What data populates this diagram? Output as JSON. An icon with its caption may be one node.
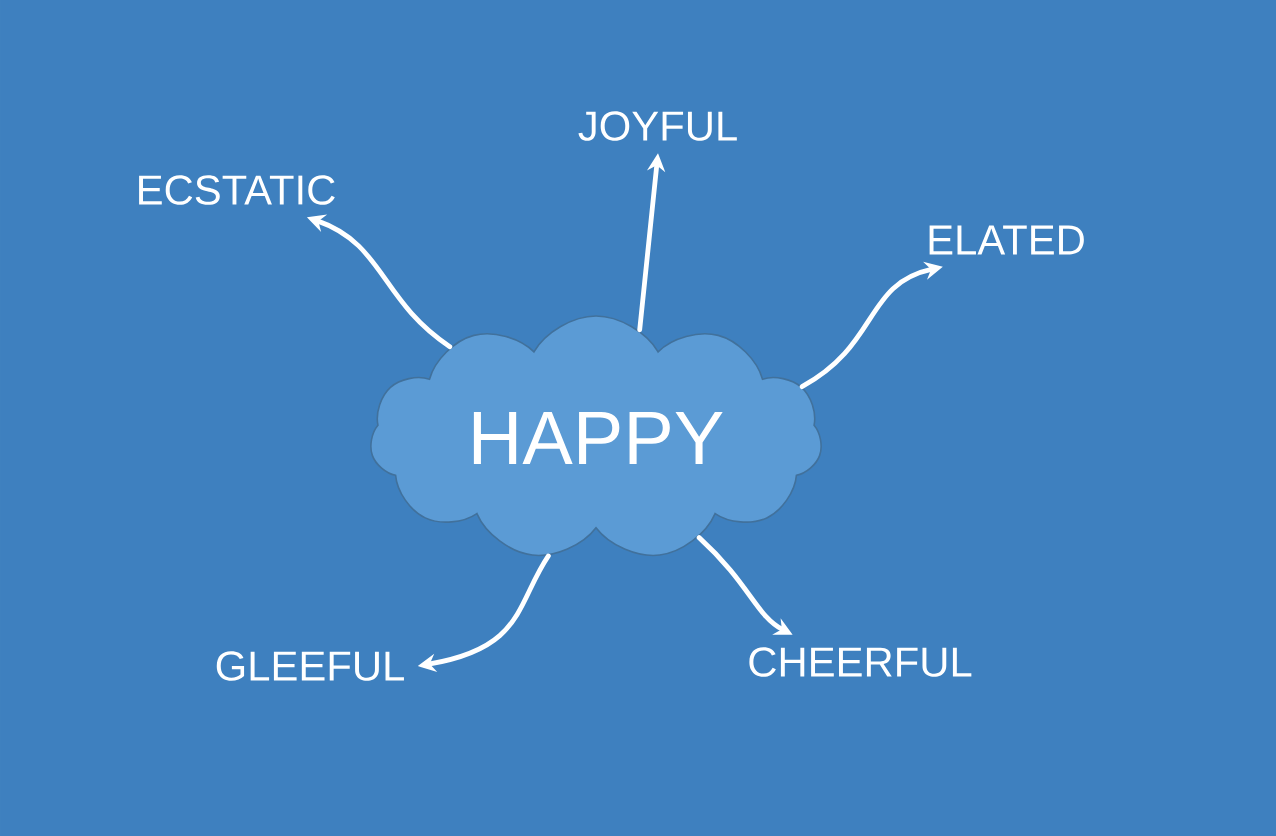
{
  "diagram": {
    "nodes": [
      {
        "text": [
          "HAPPY"
        ]
      },
      {
        "text": [
          "ECSTATIC"
        ]
      },
      {
        "text": [
          "JOYFUL"
        ]
      },
      {
        "text": [
          "ELATED"
        ]
      },
      {
        "text": [
          "GLEEFUL"
        ]
      },
      {
        "text": [
          "CHEERFUL"
        ]
      }
    ],
    "edges": [
      {
        "from": 0,
        "to": 1,
        "arrow": "to"
      },
      {
        "from": 0,
        "to": 2,
        "arrow": "to"
      },
      {
        "from": 0,
        "to": 3,
        "arrow": "to"
      },
      {
        "from": 0,
        "to": 4,
        "arrow": "to"
      },
      {
        "from": 0,
        "to": 5,
        "arrow": "to"
      }
    ]
  }
}
